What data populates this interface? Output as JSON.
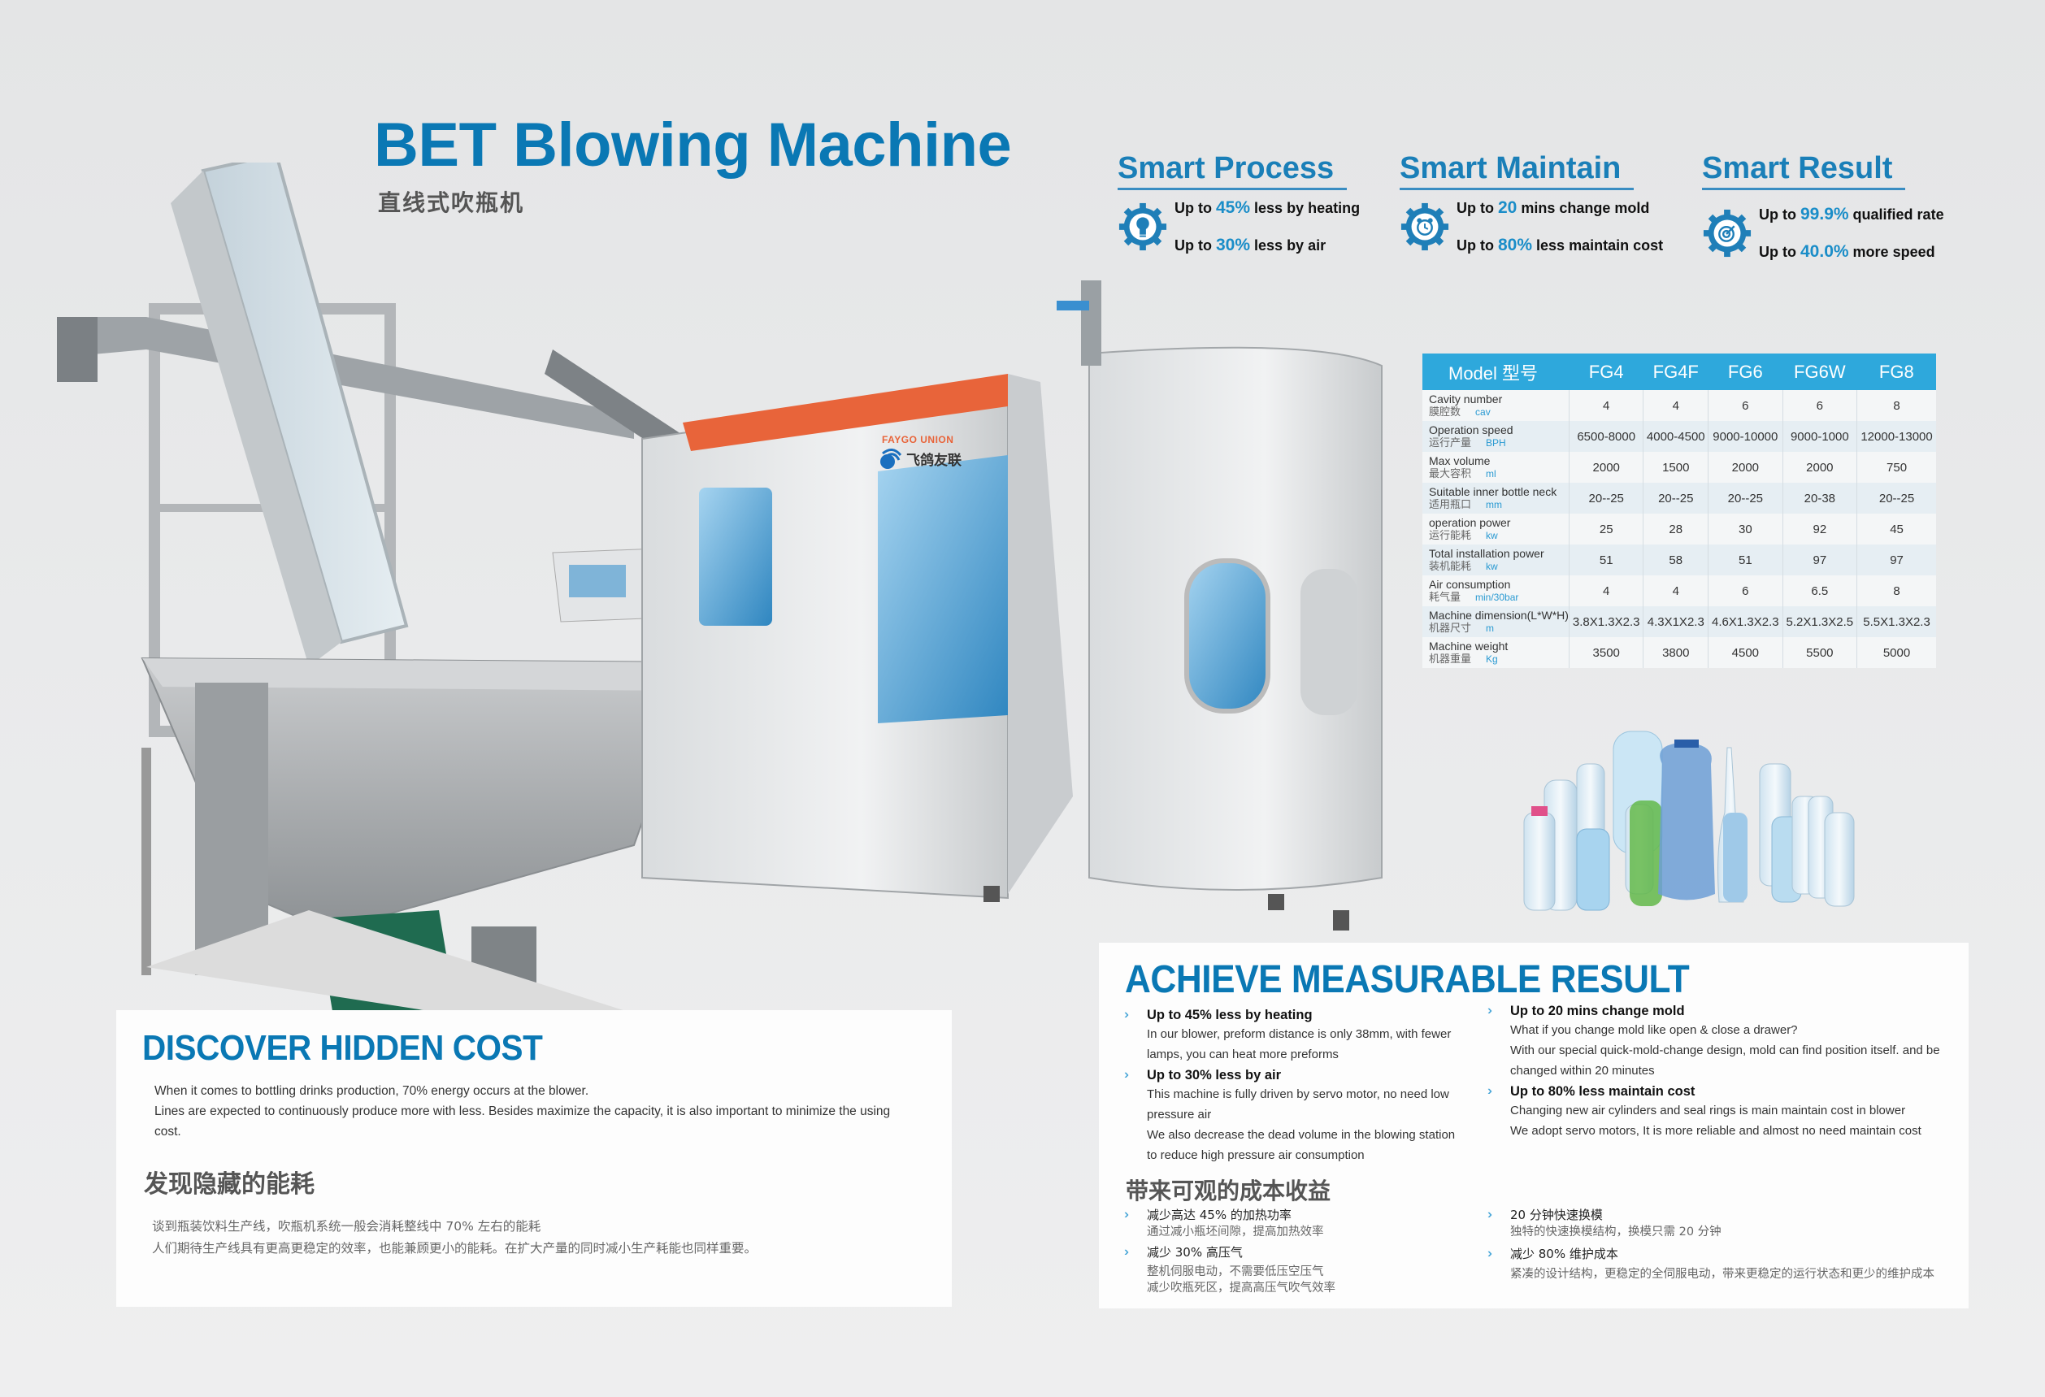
{
  "header": {
    "title": "BET Blowing Machine",
    "subtitle_cn": "直线式吹瓶机"
  },
  "brand": {
    "logo_text_en": "FAYGO UNION",
    "logo_text_cn": "飞鸽友联",
    "primary_color": "#0a78b4",
    "table_header_color": "#2ea8dc",
    "accent_orange": "#e8643a"
  },
  "smart_features": [
    {
      "title": "Smart Process",
      "icon": "lightbulb-gear-icon",
      "lines": [
        {
          "prefix": "Up to ",
          "value": "45%",
          "suffix": " less by heating"
        },
        {
          "prefix": "Up to ",
          "value": "30%",
          "suffix": " less by air"
        }
      ]
    },
    {
      "title": "Smart Maintain",
      "icon": "alarm-clock-gear-icon",
      "lines": [
        {
          "prefix": "Up to ",
          "value": "20",
          "suffix": " mins change mold"
        },
        {
          "prefix": "Up to ",
          "value": "80%",
          "suffix": " less maintain cost"
        }
      ]
    },
    {
      "title": "Smart Result",
      "icon": "target-gear-icon",
      "lines": [
        {
          "prefix": "Up to ",
          "value": "99.9%",
          "suffix": " qualified rate"
        },
        {
          "prefix": "Up to ",
          "value": "40.0%",
          "suffix": " more speed"
        }
      ]
    }
  ],
  "spec_table": {
    "header_label": "Model 型号",
    "models": [
      "FG4",
      "FG4F",
      "FG6",
      "FG6W",
      "FG8"
    ],
    "rows": [
      {
        "en": "Cavity number",
        "cn": "膜腔数",
        "unit": "cav",
        "values": [
          "4",
          "4",
          "6",
          "6",
          "8"
        ]
      },
      {
        "en": "Operation speed",
        "cn": "运行产量",
        "unit": "BPH",
        "values": [
          "6500-8000",
          "4000-4500",
          "9000-10000",
          "9000-1000",
          "12000-13000"
        ]
      },
      {
        "en": "Max volume",
        "cn": "最大容积",
        "unit": "ml",
        "values": [
          "2000",
          "1500",
          "2000",
          "2000",
          "750"
        ]
      },
      {
        "en": "Suitable inner bottle neck",
        "cn": "适用瓶口",
        "unit": "mm",
        "values": [
          "20--25",
          "20--25",
          "20--25",
          "20-38",
          "20--25"
        ]
      },
      {
        "en": "operation power",
        "cn": "运行能耗",
        "unit": "kw",
        "values": [
          "25",
          "28",
          "30",
          "92",
          "45"
        ]
      },
      {
        "en": "Total installation power",
        "cn": "装机能耗",
        "unit": "kw",
        "values": [
          "51",
          "58",
          "51",
          "97",
          "97"
        ]
      },
      {
        "en": "Air consumption",
        "cn": "耗气量",
        "unit": "min/30bar",
        "values": [
          "4",
          "4",
          "6",
          "6.5",
          "8"
        ]
      },
      {
        "en": "Machine dimension(L*W*H)",
        "cn": "机器尺寸",
        "unit": "m",
        "values": [
          "3.8X1.3X2.3",
          "4.3X1X2.3",
          "4.6X1.3X2.3",
          "5.2X1.3X2.5",
          "5.5X1.3X2.3"
        ]
      },
      {
        "en": "Machine weight",
        "cn": "机器重量",
        "unit": "Kg",
        "values": [
          "3500",
          "3800",
          "4500",
          "5500",
          "5000"
        ]
      }
    ]
  },
  "discover": {
    "title": "DISCOVER HIDDEN COST",
    "paragraphs": [
      "When it comes to bottling drinks production, 70% energy occurs at the blower.",
      "Lines are expected to continuously produce more with less. Besides maximize the capacity, it is also important to minimize the using cost."
    ],
    "title_cn": "发现隐藏的能耗",
    "paragraphs_cn": [
      "谈到瓶装饮料生产线，吹瓶机系统一般会消耗整线中 70% 左右的能耗",
      "人们期待生产线具有更高更稳定的效率，也能兼顾更小的能耗。在扩大产量的同时减小生产耗能也同样重要。"
    ]
  },
  "achieve": {
    "title": "ACHIEVE MEASURABLE RESULT",
    "left_items": [
      {
        "title": "Up to 45% less by heating",
        "lines": [
          "In our blower, preform distance is only 38mm, with fewer lamps, you can heat more preforms"
        ]
      },
      {
        "title": "Up to 30% less by air",
        "lines": [
          "This machine is fully driven by servo motor, no need low pressure air",
          "We also decrease the dead volume in the blowing station to reduce high pressure air consumption"
        ]
      }
    ],
    "right_items": [
      {
        "title": "Up to 20 mins change mold",
        "lines": [
          "What if you change mold like open & close a drawer?",
          "With our special quick-mold-change design, mold can find position itself. and be changed  within 20 minutes"
        ]
      },
      {
        "title": "Up to 80% less maintain cost",
        "lines": [
          "Changing new air cylinders and seal rings is main maintain cost in blower",
          "We adopt servo motors, It is more reliable and almost no need maintain cost"
        ]
      }
    ],
    "title_cn": "带来可观的成本收益",
    "left_items_cn": [
      {
        "title": "减少高达 45% 的加热功率",
        "lines": [
          "通过减小瓶坯间隙，提高加热效率"
        ]
      },
      {
        "title": "减少 30% 高压气",
        "lines": [
          "整机伺服电动，不需要低压空压气",
          "减少吹瓶死区，提高高压气吹气效率"
        ]
      }
    ],
    "right_items_cn": [
      {
        "title": " 20 分钟快速换模",
        "lines": [
          "独特的快速换模结构，换模只需 20 分钟"
        ]
      },
      {
        "title": " 减少 80% 维护成本",
        "lines": [
          "紧凑的设计结构，更稳定的全伺服电动，带来更稳定的运行状态和更少的维护成本"
        ]
      }
    ]
  },
  "images": {
    "machine": "bet-blowing-machine-photo",
    "bottles": "pet-bottles-photo"
  }
}
